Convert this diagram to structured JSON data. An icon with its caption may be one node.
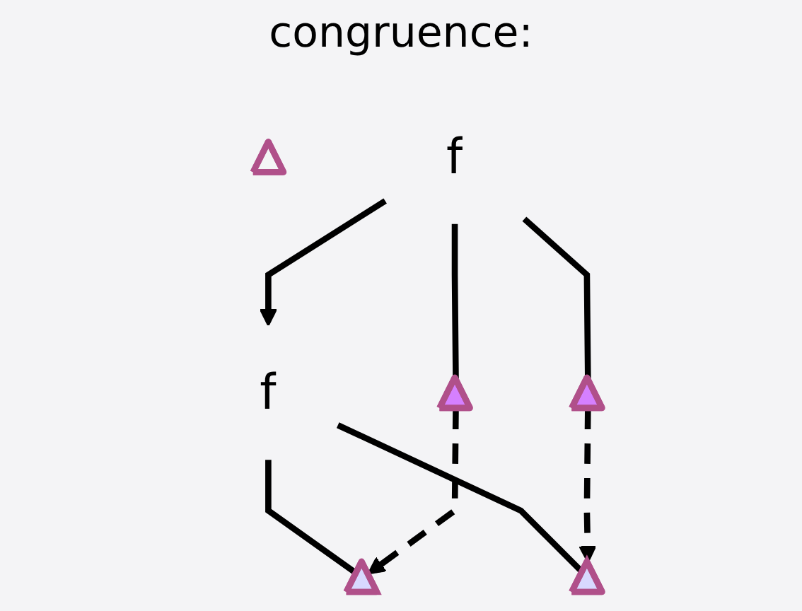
{
  "diagram": {
    "title": "congruence:",
    "nodes": [
      {
        "text": [],
        "shape": "triangle"
      },
      {
        "text": [
          "f"
        ]
      },
      {
        "text": [
          "f"
        ]
      },
      {
        "text": [],
        "shape": "triangle"
      },
      {
        "text": [],
        "shape": "triangle"
      },
      {
        "text": [],
        "shape": "triangle"
      },
      {
        "text": [],
        "shape": "triangle"
      }
    ],
    "edges": [
      {
        "from": 1,
        "to": 2,
        "arrow": "to"
      },
      {
        "from": 1,
        "to": 3,
        "arrow": "none"
      },
      {
        "from": 1,
        "to": 4,
        "arrow": "none"
      },
      {
        "from": 2,
        "to": 5,
        "arrow": "none"
      },
      {
        "from": 2,
        "to": 6,
        "arrow": "none"
      },
      {
        "from": 3,
        "to": 5,
        "arrow": "to",
        "style": "dashed"
      },
      {
        "from": 4,
        "to": 6,
        "arrow": "to",
        "style": "dashed"
      }
    ]
  }
}
